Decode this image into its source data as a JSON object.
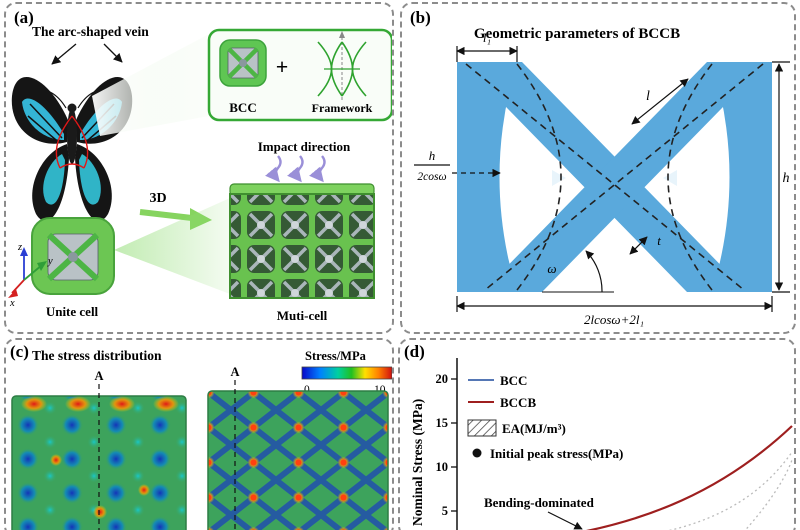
{
  "panel_a": {
    "tag": "(a)",
    "title": "The arc-shaped vein",
    "bcc_label": "BCC",
    "plus": "+",
    "framework_label": "Framework",
    "impact_direction": "Impact direction",
    "three_d": "3D",
    "unit_cell": "Unite cell",
    "multi_cell": "Muti-cell",
    "axis_x": "x",
    "axis_y": "y",
    "axis_z": "z"
  },
  "panel_b": {
    "tag": "(b)",
    "title": "Geometric parameters of BCCB",
    "dim_l1": "l₁",
    "dim_l": "l",
    "frac_num": "h",
    "frac_den": "2cosω",
    "dim_h": "h",
    "dim_t": "t",
    "dim_omega": "ω",
    "dim_bottom": "2lcosω+2l₁"
  },
  "panel_c": {
    "tag": "(c)",
    "title": "The stress distribution",
    "colorbar_title": "Stress/MPa",
    "colorbar_min": "0",
    "colorbar_max": "10",
    "section_left": "A",
    "section_right": "A"
  },
  "panel_d": {
    "tag": "(d)",
    "ylabel": "Nominal Stress (MPa)",
    "yticks": [
      "20",
      "15",
      "10",
      "5"
    ],
    "legend_bcc": "BCC",
    "legend_bccb": "BCCB",
    "legend_ea": "EA(MJ/m³)",
    "legend_peak": "Initial peak stress(MPa)",
    "annotation": "Bending-dominated"
  },
  "chart_data": [
    {
      "panel": "c",
      "type": "heatmap",
      "title": "The stress distribution",
      "colorbar": {
        "label": "Stress/MPa",
        "min": 0,
        "max": 10
      },
      "section_marks": [
        "A",
        "A"
      ],
      "palette": "jet (blue-green-yellow-red)"
    },
    {
      "panel": "d",
      "type": "line",
      "ylabel": "Nominal Stress (MPa)",
      "yticks_visible": [
        20,
        15,
        10,
        5
      ],
      "ylim_visible": [
        3,
        21
      ],
      "x_axis_visible": false,
      "series": [
        {
          "name": "BCC",
          "color": "#5577b5",
          "points_visible": []
        },
        {
          "name": "BCCB",
          "color": "#9e1f1f",
          "points_visible_norm_x": [
            [
              0.4,
              3.0
            ],
            [
              0.6,
              5.5
            ],
            [
              0.78,
              8.5
            ],
            [
              0.9,
              11.5
            ],
            [
              1.0,
              14.7
            ]
          ]
        }
      ],
      "legend": [
        "BCC",
        "BCCB",
        "EA(MJ/m³)",
        "Initial peak stress(MPa)"
      ],
      "legend_markers": [
        "line",
        "line",
        "hatched-box",
        "dot"
      ],
      "legend_position": "upper-left",
      "annotations": [
        "Bending-dominated"
      ],
      "grid": false
    }
  ]
}
